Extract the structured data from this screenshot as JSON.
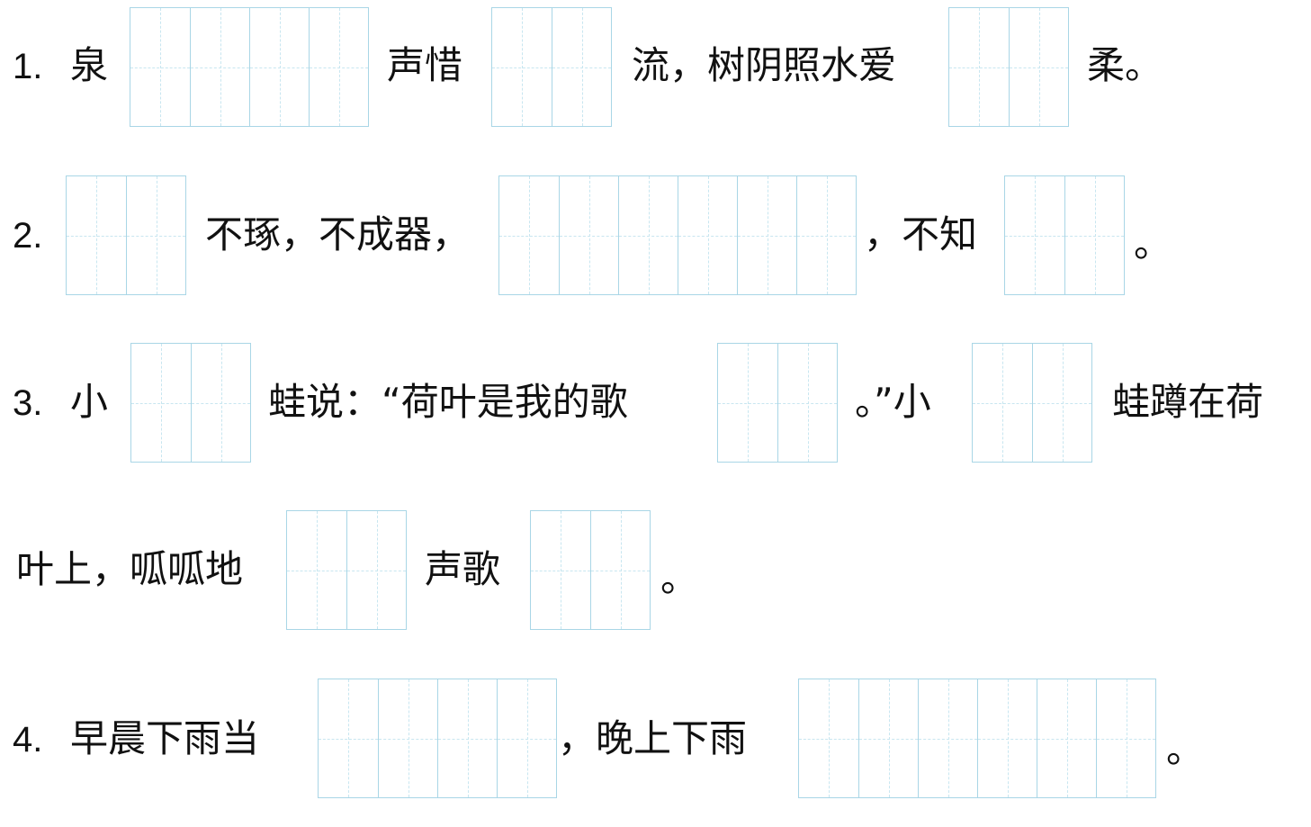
{
  "q1": {
    "num": "1.",
    "t1": "泉",
    "t2": "声惜",
    "t3": "流，树阴照水爱",
    "t4": "柔。"
  },
  "q2": {
    "num": "2.",
    "t1": "不琢，不成器，",
    "t2": "，不知",
    "t3": "。"
  },
  "q3": {
    "num": "3.",
    "t1": "小",
    "t2": "蛙说：“荷叶是我的歌",
    "t3": "。”小",
    "t4": "蛙蹲在荷",
    "t5": "叶上，呱呱地",
    "t6": "声歌",
    "t7": "。"
  },
  "q4": {
    "num": "4.",
    "t1": "早晨下雨当",
    "t2": "，晚上下雨",
    "t3": "。"
  },
  "colors": {
    "grid_line": "#a9d6e6",
    "grid_guide": "#c8e6f0",
    "text": "#111111"
  }
}
